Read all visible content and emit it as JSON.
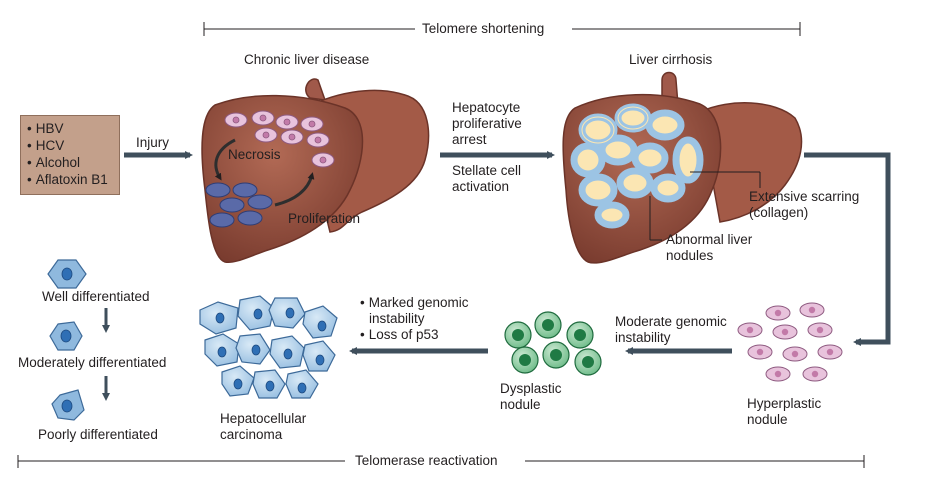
{
  "top_bracket_label": "Telomere shortening",
  "bottom_bracket_label": "Telomerase reactivation",
  "causes": [
    "HBV",
    "HCV",
    "Alcohol",
    "Aflatoxin B1"
  ],
  "injury_label": "Injury",
  "chronic_liver": {
    "title": "Chronic liver disease",
    "necrosis_label": "Necrosis",
    "proliferation_label": "Proliferation"
  },
  "transition": {
    "line1": "Hepatocyte",
    "line2": "proliferative",
    "line3": "arrest",
    "line4": "Stellate cell",
    "line5": "activation"
  },
  "cirrhosis": {
    "title": "Liver cirrhosis",
    "scarring_line1": "Extensive scarring",
    "scarring_line2": "(collagen)",
    "nodules_line1": "Abnormal liver",
    "nodules_line2": "nodules"
  },
  "hyperplastic": {
    "line1": "Hyperplastic",
    "line2": "nodule"
  },
  "moderate_instability": {
    "line1": "Moderate genomic",
    "line2": "instability"
  },
  "dysplastic": {
    "line1": "Dysplastic",
    "line2": "nodule"
  },
  "marked_instability": {
    "line1": "Marked genomic",
    "line2": "instability",
    "line3": "Loss of p53"
  },
  "hcc": {
    "line1": "Hepatocellular",
    "line2": "carcinoma"
  },
  "differentiation": {
    "well": "Well differentiated",
    "moderate": "Moderately differentiated",
    "poor": "Poorly differentiated"
  },
  "colors": {
    "liver": "#8a4a3b",
    "liver_lobe": "#a0594a",
    "arrow": "#3f4f5c",
    "pink_cell": "#e8c3dc",
    "purple_cell": "#5a6aa8",
    "green_cell": "#2e9a5a",
    "blue_cell": "#7fb0d8",
    "nodule_fill": "#fbe6b3",
    "scar": "#9cc4e4"
  }
}
